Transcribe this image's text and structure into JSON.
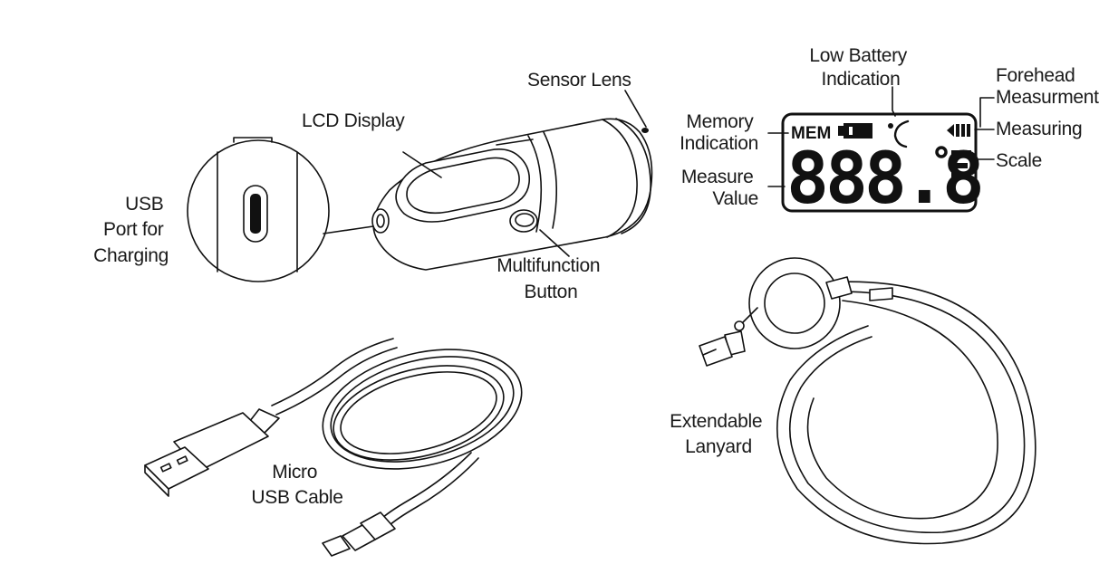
{
  "labels": {
    "sensor_lens": "Sensor Lens",
    "lcd_display": "LCD Display",
    "usb_port": [
      "USB",
      "Port for",
      "Charging"
    ],
    "multifunction_button": [
      "Multifunction",
      "Button"
    ],
    "micro_usb_cable": [
      "Micro",
      "USB Cable"
    ],
    "low_battery": [
      "Low Battery",
      "Indication"
    ],
    "forehead_measurement": [
      "Forehead",
      "Measurment"
    ],
    "memory_indication": [
      "Memory",
      "Indication"
    ],
    "measuring": "Measuring",
    "measure_value": [
      "Measure",
      "Value"
    ],
    "scale": "Scale",
    "extendable_lanyard": [
      "Extendable",
      "Lanyard"
    ]
  },
  "lcd": {
    "mem_text": "MEM",
    "value_text": "888.8",
    "unit_symbol": "°F"
  },
  "icons": [
    "battery-icon",
    "celsius-forehead-icon",
    "measuring-bars-icon"
  ]
}
